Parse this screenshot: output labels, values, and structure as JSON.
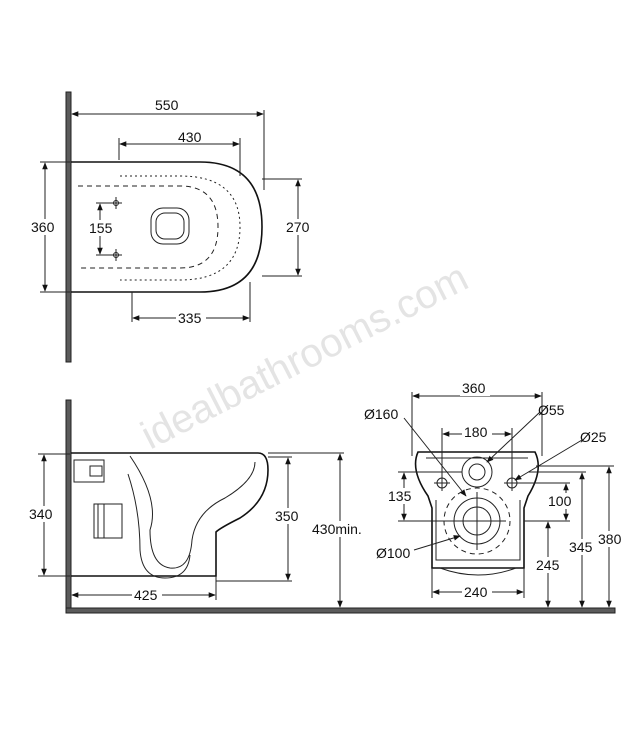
{
  "watermark": "idealbathrooms.com",
  "plan_view": {
    "dimensions": {
      "overall_length": "550",
      "bowl_length": "430",
      "overall_width": "360",
      "rim_width": "270",
      "fixing_centres": "155",
      "base_length": "335"
    }
  },
  "side_view": {
    "dimensions": {
      "pan_height": "340",
      "outlet_height": "350",
      "mounting_height": "430min.",
      "projection": "425"
    }
  },
  "back_view": {
    "dimensions": {
      "overall_width": "360",
      "inlet_diameter": "Ø160",
      "outlet_diameter": "Ø55",
      "fixing_spacing": "180",
      "fixing_hole_diameter": "Ø25",
      "fixing_height": "135",
      "waste_diameter": "Ø100",
      "base_width": "240",
      "dim_100": "100",
      "dim_245": "245",
      "dim_345": "345",
      "dim_380": "380"
    }
  }
}
